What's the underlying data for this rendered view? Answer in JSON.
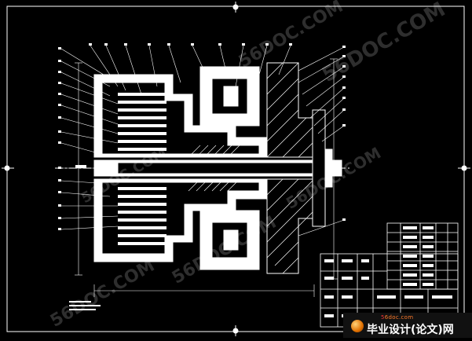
{
  "drawing": {
    "colors": {
      "background": "#000000",
      "line": "#ffffff",
      "watermark": "rgba(255,255,255,0.18)"
    },
    "watermarks": [
      "56DOC.COM",
      "56DOC.COM",
      "56DOC.COM",
      "56DOC.COM",
      "56DOC.COM",
      "56DOC.COM"
    ],
    "logo": {
      "site_prefix": "5",
      "site_main": "6doc.com",
      "brand": "毕业设计(论文)网",
      "emblem": "ball-icon"
    }
  }
}
